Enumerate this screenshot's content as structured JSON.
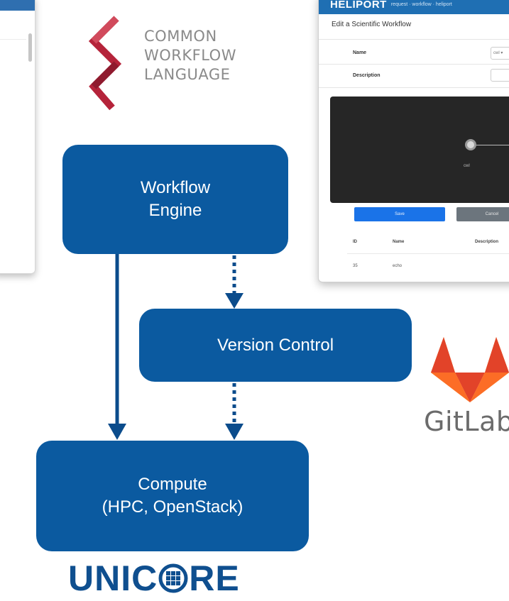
{
  "cwl_logo": {
    "lines": [
      "COMMON",
      "WORKFLOW",
      "LANGUAGE"
    ],
    "icon": "cwl-zigzag-icon"
  },
  "heliport": {
    "brand": "HELIPORT",
    "subtitle": "request · workflow · heliport",
    "page_title": "Edit a Scientific Workflow",
    "name_label": "Name",
    "name_value": "cwl ▾",
    "description_label": "Description",
    "node_label": "cwl",
    "save_label": "Save",
    "cancel_label": "Cancel",
    "table_headers": [
      "ID",
      "Name",
      "Description"
    ],
    "table_row": [
      "35",
      "echo"
    ]
  },
  "diagram": {
    "nodes": {
      "workflow_engine": [
        "Workflow",
        "Engine"
      ],
      "version_control": "Version Control",
      "compute": [
        "Compute",
        "(HPC, OpenStack)"
      ]
    },
    "edges": [
      {
        "from": "Workflow Engine",
        "to": "Compute",
        "style": "solid"
      },
      {
        "from": "Workflow Engine",
        "to": "Version Control",
        "style": "dotted"
      },
      {
        "from": "Version Control",
        "to": "Compute",
        "style": "dotted"
      }
    ],
    "colors": {
      "box": "#0b5aa0",
      "arrow": "#0b4c8c"
    }
  },
  "gitlab": {
    "text": "GitLab",
    "icon": "gitlab-fox-icon",
    "colors": {
      "dark": "#e24329",
      "mid": "#fc6d26",
      "light": "#fca326"
    }
  },
  "unicore": {
    "prefix": "UNIC",
    "suffix": "RE",
    "icon": "globe-icon",
    "color": "#0f4f8f"
  }
}
